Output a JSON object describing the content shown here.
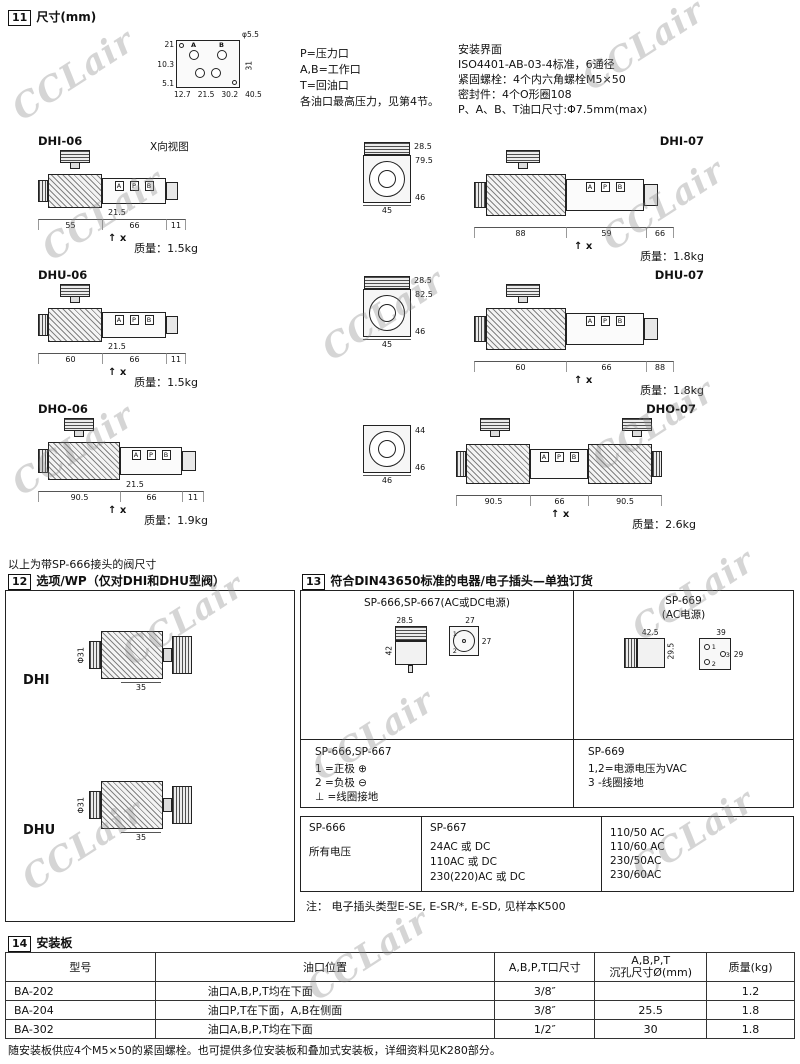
{
  "watermark": "CCLair",
  "icons": {
    "up_arrow": "↑"
  },
  "sections": {
    "s11": {
      "num": "11",
      "title": "尺寸(mm)"
    },
    "s12": {
      "num": "12",
      "title": "选项/WP（仅对DHI和DHU型阀）"
    },
    "s13": {
      "num": "13",
      "title": "符合DIN43650标准的电器/电子插头—单独订货"
    },
    "s14": {
      "num": "14",
      "title": "安装板"
    }
  },
  "s11": {
    "face": {
      "hole_dim": "φ5.5",
      "left_dims": [
        "21",
        "10.3",
        "5.1"
      ],
      "bottom_dims": [
        "12.7",
        "21.5",
        "30.2",
        "40.5"
      ],
      "right_dims": [
        "31"
      ],
      "port_labels": [
        "A",
        "B"
      ]
    },
    "legend_lines": [
      "P=压力口",
      "A,B=工作口",
      "T=回油口",
      "各油口最高压力，见第4节。"
    ],
    "mount_lines": [
      "安装界面",
      "ISO4401-AB-03-4标准，6通径",
      "紧固螺栓：4个内六角螺栓M5×50",
      "密封件：4个O形圈108",
      "P、A、B、T油口尺寸:Φ7.5mm(max)"
    ],
    "xview_label": "X向视图",
    "x_axis_label": "x",
    "port_letters": [
      "A",
      "P",
      "B"
    ],
    "valves": [
      {
        "name": "DHI-06",
        "body_dim": "21.5",
        "dims": [
          "55",
          "66",
          "11"
        ],
        "mass": "质量：1.5kg"
      },
      {
        "name": "DHI-07",
        "body_dim": "",
        "dims": [
          "88",
          "59",
          "66"
        ],
        "mass": "质量：1.8kg"
      },
      {
        "name": "DHU-06",
        "body_dim": "21.5",
        "dims": [
          "60",
          "66",
          "11"
        ],
        "mass": "质量：1.5kg"
      },
      {
        "name": "DHU-07",
        "body_dim": "",
        "dims": [
          "60",
          "66",
          "88"
        ],
        "mass": "质量：1.8kg"
      },
      {
        "name": "DHO-06",
        "body_dim": "21.5",
        "dims": [
          "90.5",
          "66",
          "11"
        ],
        "mass": "质量：1.9kg"
      },
      {
        "name": "DHO-07",
        "body_dim": "",
        "dims": [
          "90.5",
          "66",
          "90.5"
        ],
        "mass": "质量：2.6kg"
      }
    ],
    "front_views": [
      {
        "top_dim": "28.5",
        "width_dim": "45",
        "h1": "79.5",
        "h2": "46"
      },
      {
        "top_dim": "28.5",
        "width_dim": "45",
        "h1": "82.5",
        "h2": "46"
      },
      {
        "top_dim": "",
        "width_dim": "46",
        "h1": "44",
        "h2": "46"
      }
    ],
    "note": "以上为带SP-666接头的阀尺寸"
  },
  "s12": {
    "items": [
      {
        "label": "DHI",
        "dia_dim": "Φ31",
        "width_dim": "35"
      },
      {
        "label": "DHU",
        "dia_dim": "Φ31",
        "width_dim": "35"
      }
    ]
  },
  "s13": {
    "left_title": "SP-666,SP-667(AC或DC电源)",
    "right_title": "SP-669",
    "right_title2": "(AC电源)",
    "left_dims": {
      "cap_w": "28.5",
      "side_h": "42",
      "front_w": "27",
      "front_h": "27"
    },
    "right_dims": {
      "top_w": "42.5",
      "side_h": "29.5",
      "front_w": "29",
      "front_h": "39"
    },
    "pin_numbers": [
      "1",
      "2",
      "3"
    ],
    "pin_left": {
      "title": "SP-666,SP-667",
      "lines": [
        "1 =正极 ⊕",
        "2 =负极 ⊖",
        "⊥ =线圈接地"
      ]
    },
    "pin_right": {
      "title": "SP-669",
      "lines": [
        "1,2=电源电压为VAC",
        "3  -线圈接地"
      ]
    },
    "volt": {
      "h1": "SP-666",
      "h2": "SP-667",
      "c1": "所有电压",
      "c2": [
        "24AC 或 DC",
        "110AC 或 DC",
        "230(220)AC 或 DC"
      ],
      "c3": [
        "110/50 AC",
        "110/60 AC",
        "230/50AC",
        "230/60AC"
      ]
    },
    "note": "注：  电子插头类型E-SE, E-SR/*, E-SD, 见样本K500"
  },
  "s14": {
    "headers": [
      "型号",
      "油口位置",
      "A,B,P,T口尺寸",
      "A,B,P,T\n沉孔尺寸Ø(mm)",
      "质量(kg)"
    ],
    "rows": [
      [
        "BA-202",
        "油口A,B,P,T均在下面",
        "3/8″",
        "",
        "1.2"
      ],
      [
        "BA-204",
        "油口P,T在下面，A,B在侧面",
        "3/8″",
        "25.5",
        "1.8"
      ],
      [
        "BA-302",
        "油口A,B,P,T均在下面",
        "1/2″",
        "30",
        "1.8"
      ]
    ],
    "footnote": "随安装板供应4个M5×50的紧固螺栓。也可提供多位安装板和叠加式安装板，详细资料见K280部分。"
  }
}
